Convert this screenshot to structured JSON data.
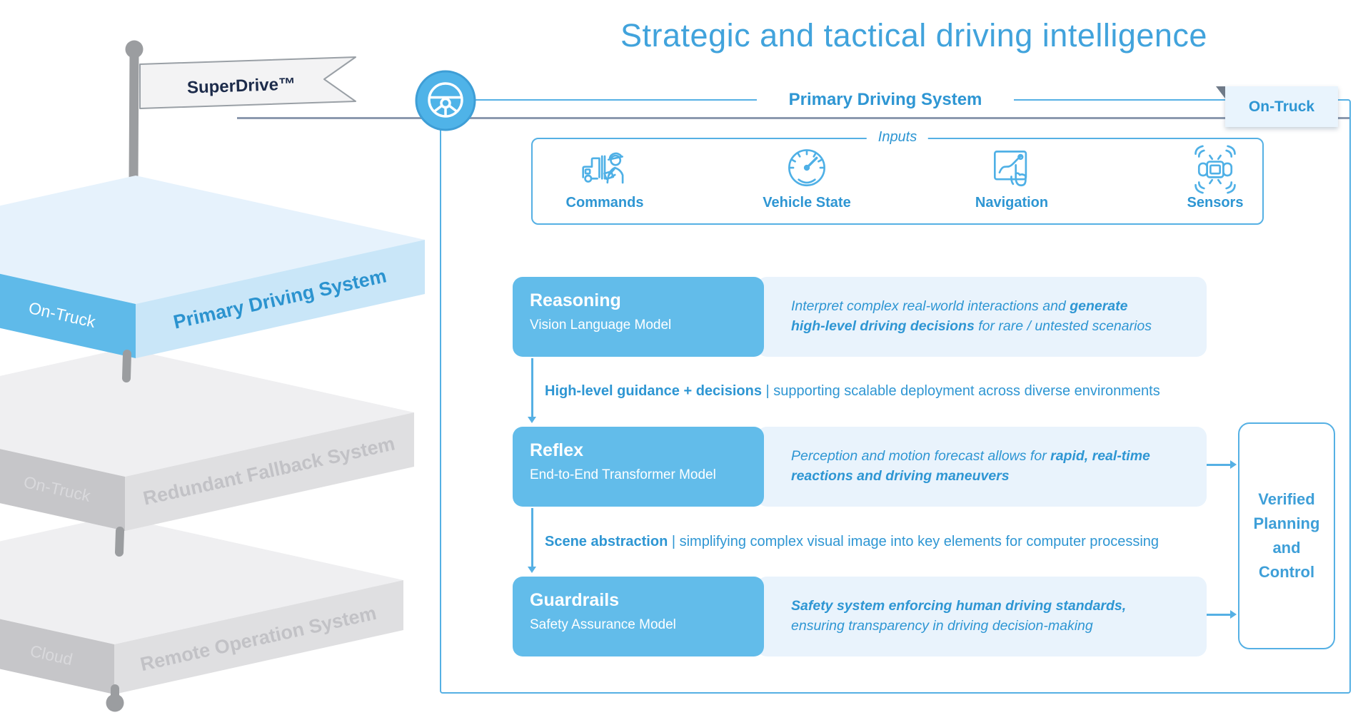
{
  "title": "Strategic and tactical driving intelligence",
  "flag": {
    "label": "SuperDrive™"
  },
  "stack": {
    "layers": [
      {
        "name": "Primary Driving System",
        "location": "On-Truck"
      },
      {
        "name": "Redundant Fallback System",
        "location": "On-Truck"
      },
      {
        "name": "Remote Operation System",
        "location": "Cloud"
      }
    ]
  },
  "header": {
    "label": "Primary Driving System",
    "badge": "On-Truck"
  },
  "inputs": {
    "legend": "Inputs",
    "items": [
      {
        "label": "Commands"
      },
      {
        "label": "Vehicle State"
      },
      {
        "label": "Navigation"
      },
      {
        "label": "Sensors"
      }
    ]
  },
  "models": [
    {
      "title": "Reasoning",
      "subtitle": "Vision Language Model",
      "desc": {
        "l1pre": "Interpret complex real-world interactions and ",
        "l1bold": "generate",
        "l2bold": "high-level driving decisions",
        "l2post": " for rare / untested scenarios"
      }
    },
    {
      "title": "Reflex",
      "subtitle": "End-to-End Transformer Model",
      "desc": {
        "l1pre": "Perception and motion forecast allows for ",
        "l1bold": "rapid, real-time",
        "l2bold": "reactions and driving maneuvers",
        "l2post": ""
      }
    },
    {
      "title": "Guardrails",
      "subtitle": "Safety Assurance Model",
      "desc": {
        "l1pre": "",
        "l1bold": "Safety system enforcing human driving standards,",
        "l2bold": "",
        "l2post": "ensuring transparency in driving decision-making"
      }
    }
  ],
  "connectors": [
    {
      "bold": "High-level guidance + decisions",
      "rest": " | supporting scalable deployment across diverse environments"
    },
    {
      "bold": "Scene abstraction",
      "rest": " | simplifying complex visual image into key elements for computer processing"
    }
  ],
  "output": {
    "lines": [
      "Verified",
      "Planning",
      "and",
      "Control"
    ]
  },
  "colors": {
    "accent": "#2E96D3",
    "block_blue": "#62BCEA",
    "panel_blue": "#E9F3FC",
    "border_blue": "#55B0E4",
    "title_blue": "#41A3DC",
    "badge_bg": "#E9F4FD",
    "gray_line": "#8C99AE",
    "flag_text": "#1C2B4A"
  }
}
